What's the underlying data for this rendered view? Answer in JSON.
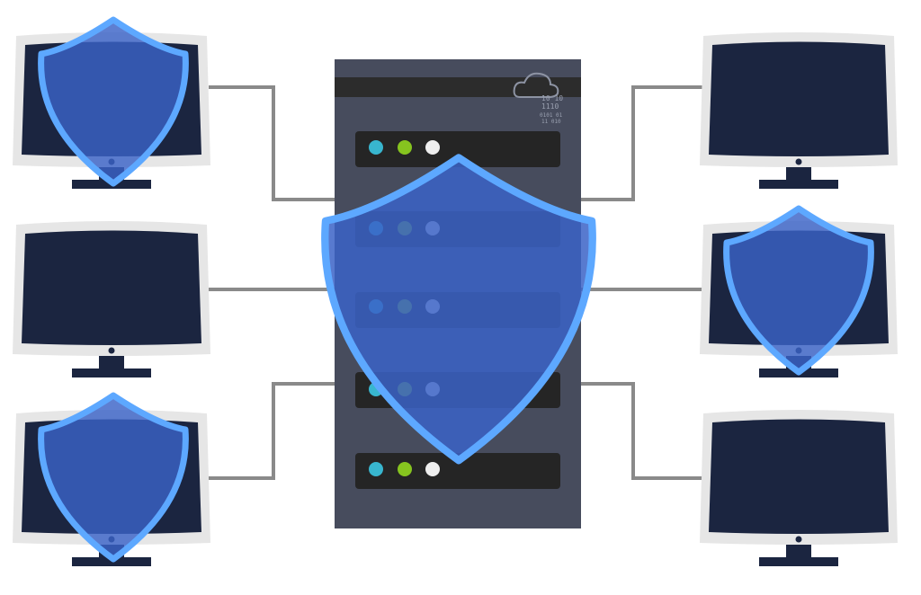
{
  "colors": {
    "background": "#ffffff",
    "monitor_bezel": "#e6e6e6",
    "monitor_screen": "#1b2540",
    "monitor_stand": "#1b2540",
    "power_dot": "#ffffff",
    "cable": "#8a8a8a",
    "server_body": "#474c5d",
    "server_top_bar": "#2c2c2c",
    "server_slot": "#252525",
    "led_blue": "#38b6cf",
    "led_green": "#86c41f",
    "led_white": "#eeeeee",
    "shield_fill": "#3b63c7",
    "shield_edge": "#5da8ff",
    "cloud_badge": "#8d93a3"
  },
  "server": {
    "cloud_icon": "cloud-icon",
    "binary_lines": [
      "10 10",
      "1110",
      "0101 01",
      "11 010"
    ]
  },
  "monitors": [
    {
      "id": "top-left",
      "shielded": true
    },
    {
      "id": "middle-left",
      "shielded": false
    },
    {
      "id": "bottom-left",
      "shielded": true
    },
    {
      "id": "top-right",
      "shielded": false
    },
    {
      "id": "middle-right",
      "shielded": true
    },
    {
      "id": "bottom-right",
      "shielded": false
    }
  ],
  "icons": [
    "shield-icon",
    "monitor-icon",
    "server-icon",
    "cloud-icon"
  ]
}
